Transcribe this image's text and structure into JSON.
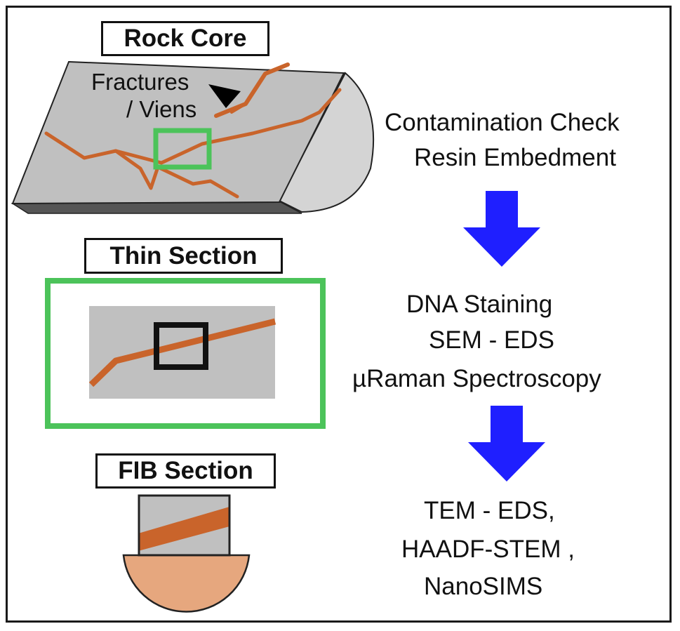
{
  "labels": {
    "rock_core": "Rock Core",
    "thin_section": "Thin Section",
    "fib_section": "FIB Section",
    "fractures_line1": "Fractures",
    "fractures_line2": "/ Viens"
  },
  "steps": {
    "step1": [
      "Contamination  Check",
      "Resin Embedment"
    ],
    "step2": [
      "DNA Staining",
      "SEM - EDS",
      "µRaman Spectroscopy"
    ],
    "step3": [
      "TEM - EDS,",
      "HAADF-STEM ,",
      "NanoSIMS"
    ]
  },
  "colors": {
    "rock_gray": "#c0c0c0",
    "rock_dark": "#5a5a5a",
    "vein": "#c9642b",
    "highlight_green": "#4cc35a",
    "arrow_blue": "#1f1fff",
    "fib_base": "#e6a77e"
  }
}
